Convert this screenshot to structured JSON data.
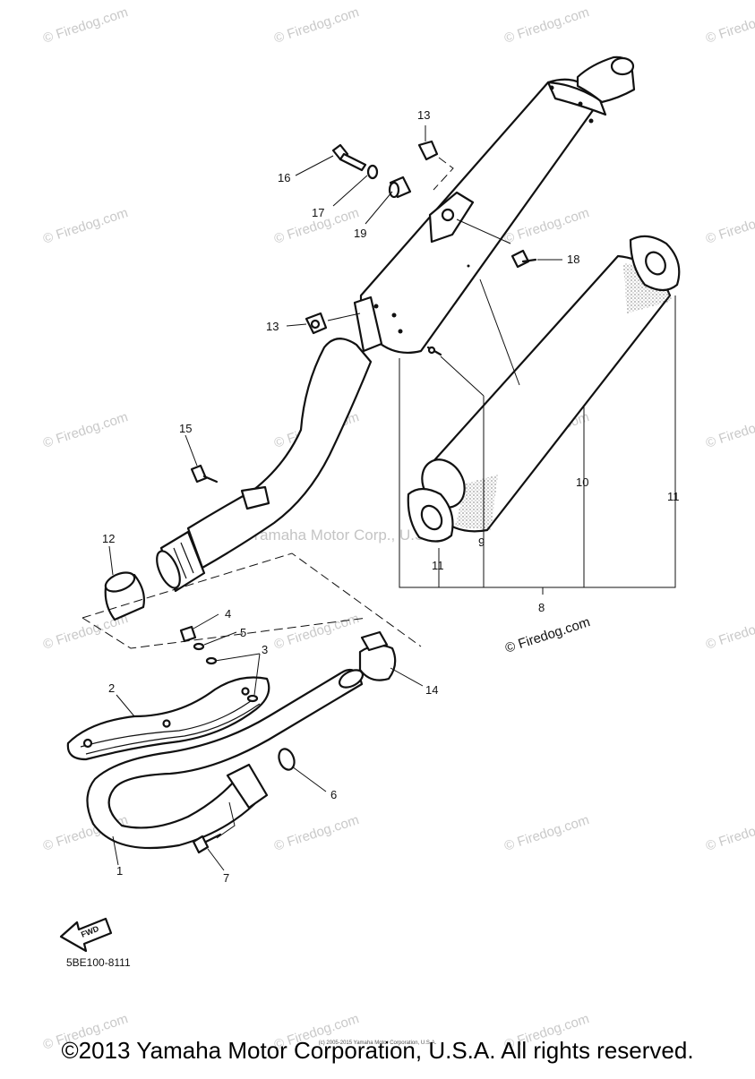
{
  "watermark_text": "© Firedog.com",
  "center_watermark": "Yamaha Motor Corp., U.S.A.",
  "firedog_label": "© Firedog.com",
  "drawing_code": "5BE100-8111",
  "fwd_label": "FWD",
  "footer": {
    "copyright": "©2013 Yamaha Motor Corporation, U.S.A. All rights reserved.",
    "small_print": "(c) 2005-2015 Yamaha Motor Corporation, U.S.A."
  },
  "callouts": {
    "c1": "1",
    "c2": "2",
    "c3": "3",
    "c4": "4",
    "c5": "5",
    "c6": "6",
    "c7": "7",
    "c8": "8",
    "c9": "9",
    "c10": "10",
    "c11a": "11",
    "c11b": "11",
    "c12": "12",
    "c13a": "13",
    "c13b": "13",
    "c14": "14",
    "c15": "15",
    "c16": "16",
    "c17": "17",
    "c18": "18",
    "c19": "19"
  }
}
